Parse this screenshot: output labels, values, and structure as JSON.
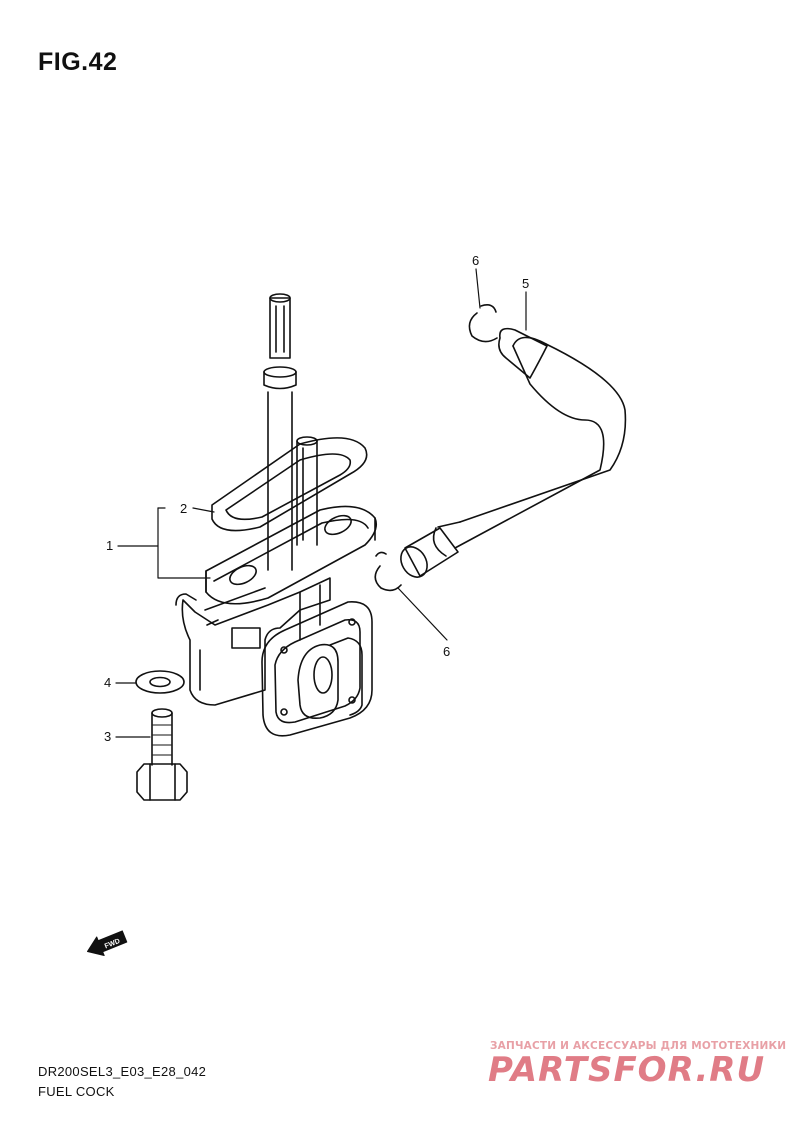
{
  "figure": {
    "title": "FIG.42"
  },
  "callouts": {
    "c1": "1",
    "c2": "2",
    "c3": "3",
    "c4": "4",
    "c5": "5",
    "c6a": "6",
    "c6b": "6"
  },
  "fwd_label": "FWD",
  "footer": {
    "model_code": "DR200SEL3_E03_E28_042",
    "part_group": "FUEL COCK"
  },
  "watermark": {
    "tagline": "ЗАПЧАСТИ И АКСЕССУАРЫ ДЛЯ МОТОТЕХНИКИ",
    "logo": "PARTSFOR.RU"
  }
}
